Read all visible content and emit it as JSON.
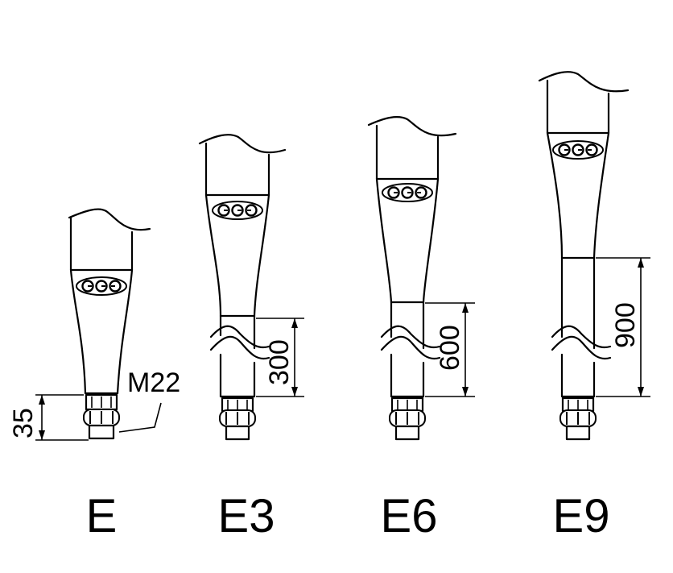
{
  "labels": {
    "e": "E",
    "e3": "E3",
    "e6": "E6",
    "e9": "E9"
  },
  "dimensions": {
    "thread": "M22",
    "length_e": "35",
    "length_e3": "300",
    "length_e6": "600",
    "length_e9": "900"
  },
  "colors": {
    "line": "#000000",
    "background": "#ffffff"
  },
  "icon": "ggg-logo-icon"
}
